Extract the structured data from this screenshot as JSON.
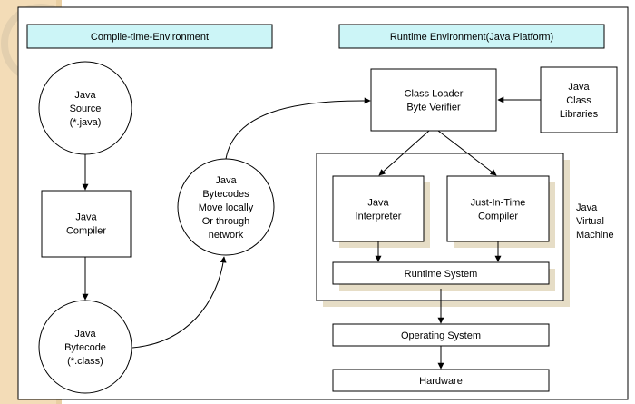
{
  "colors": {
    "stripe": "#f3dcb7",
    "header_fill": "#ccf5f7",
    "stroke": "#000000",
    "shadow": "#e6ddc6",
    "background": "#ffffff"
  },
  "headers": {
    "compile": "Compile-time-Environment",
    "runtime": "Runtime Environment(Java Platform)"
  },
  "nodes": {
    "java_source": [
      "Java",
      "Source",
      "(*.java)"
    ],
    "java_compiler": [
      "Java",
      "Compiler"
    ],
    "java_bytecode": [
      "Java",
      "Bytecode",
      "(*.class)"
    ],
    "bytecodes_network": [
      "Java",
      "Bytecodes",
      "Move locally",
      "Or through",
      "network"
    ],
    "class_loader": [
      "Class Loader",
      "Byte Verifier"
    ],
    "class_libraries": [
      "Java",
      "Class",
      "Libraries"
    ],
    "interpreter": [
      "Java",
      "Interpreter"
    ],
    "jit_compiler": [
      "Just-In-Time",
      "Compiler"
    ],
    "jvm": [
      "Java",
      "Virtual",
      "Machine"
    ],
    "runtime_system": [
      "Runtime System"
    ],
    "operating_system": [
      "Operating System"
    ],
    "hardware": [
      "Hardware"
    ]
  }
}
